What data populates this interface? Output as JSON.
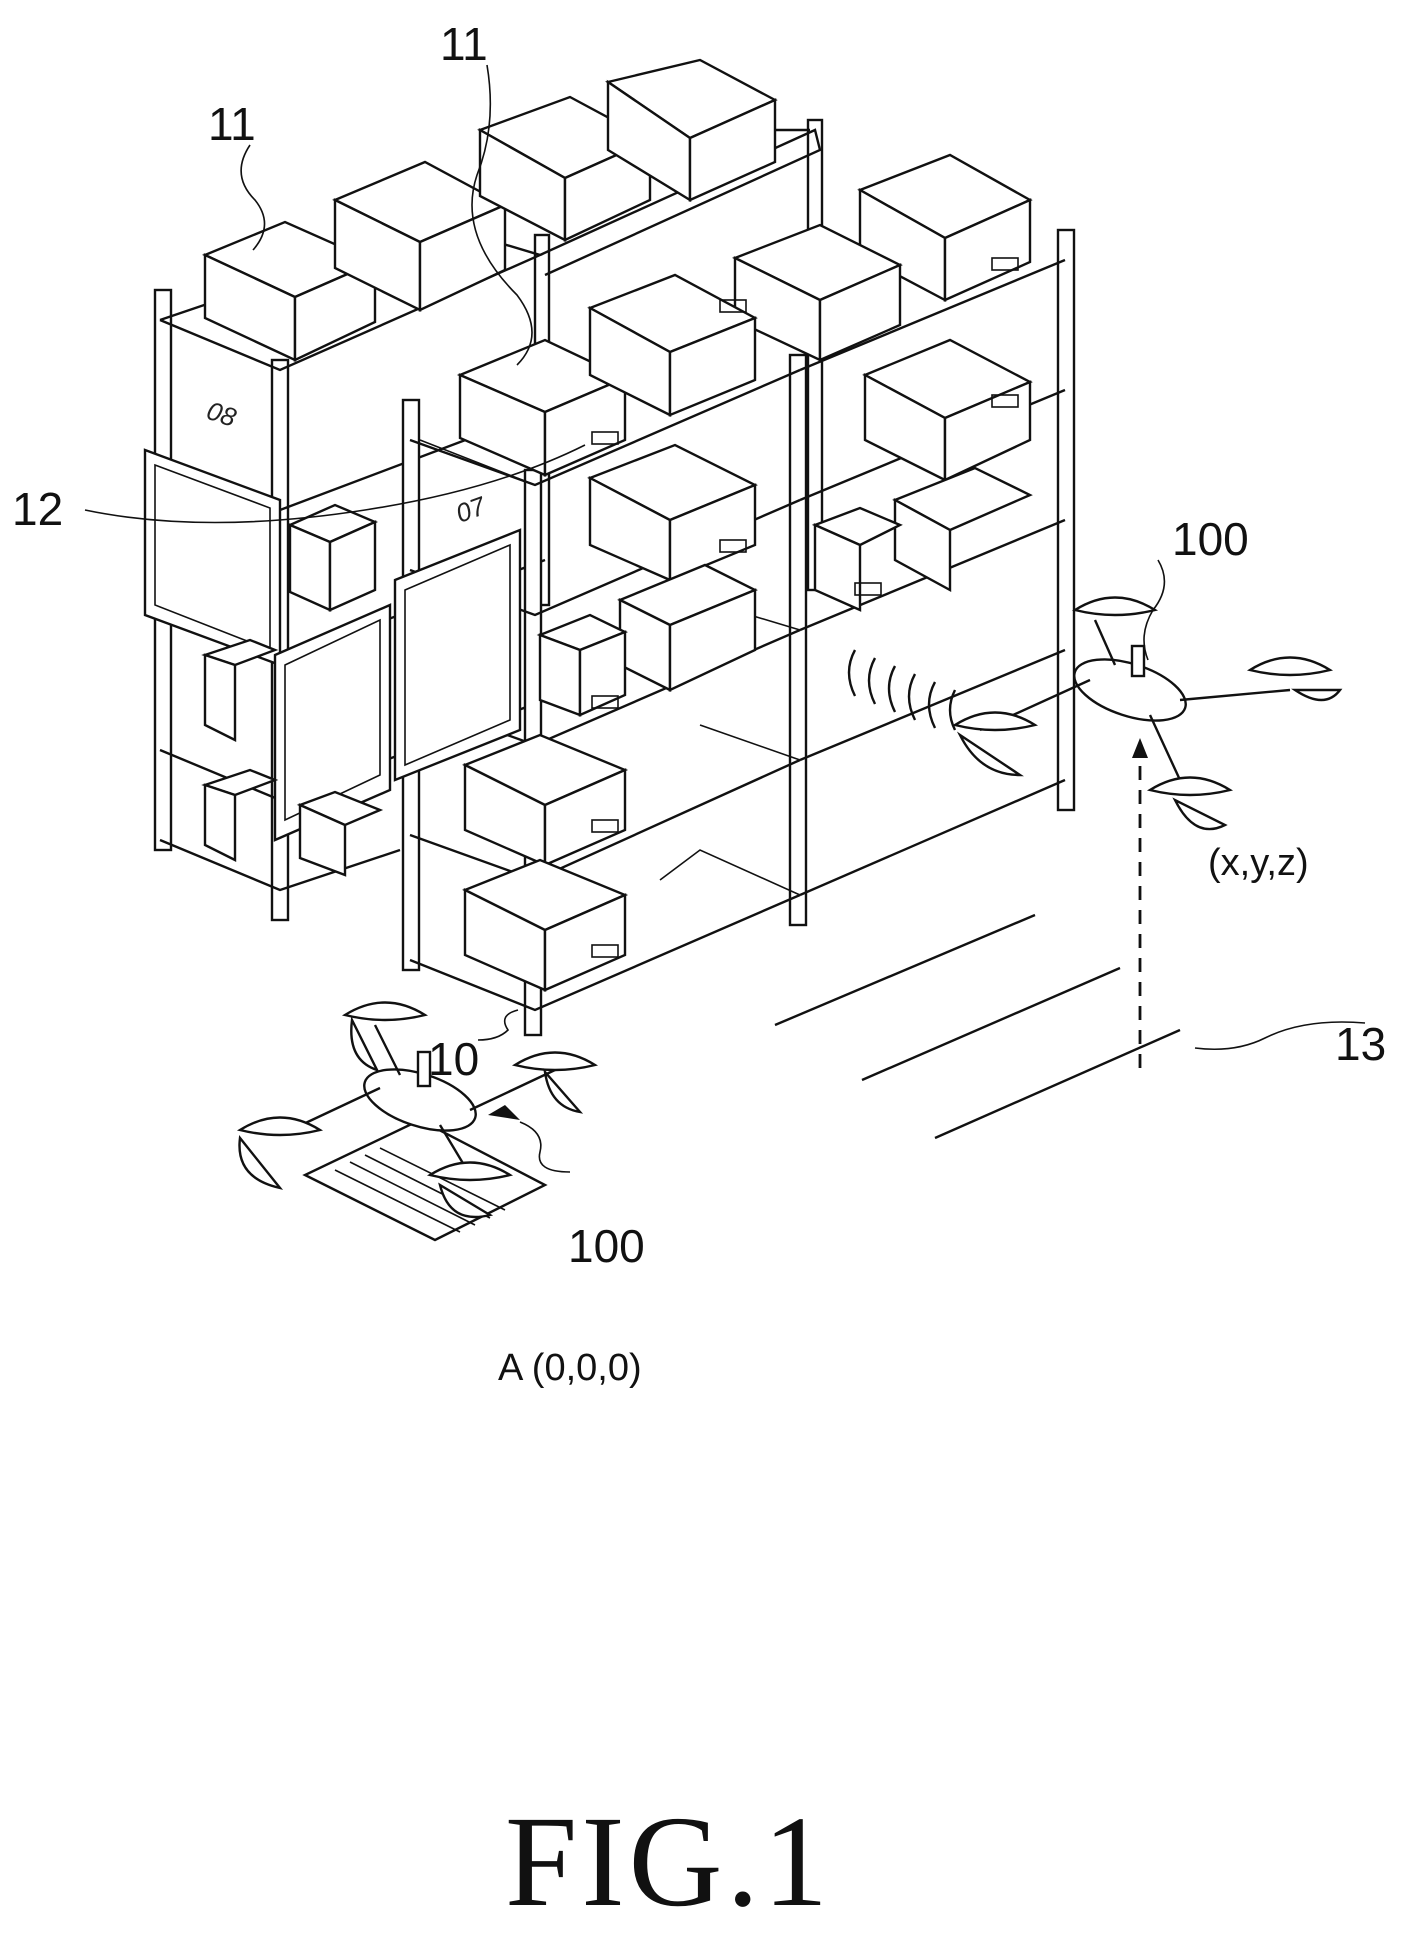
{
  "figure": {
    "caption": "FIG.1",
    "labels": {
      "box_left": "11",
      "box_top": "11",
      "label_tag": "12",
      "rack": "10",
      "floor_line": "13",
      "drone_flying": "100",
      "drone_ground": "100",
      "drone_position": "(x,y,z)",
      "origin": "A (0,0,0)"
    },
    "shelf_tags": [
      "08",
      "07"
    ]
  }
}
